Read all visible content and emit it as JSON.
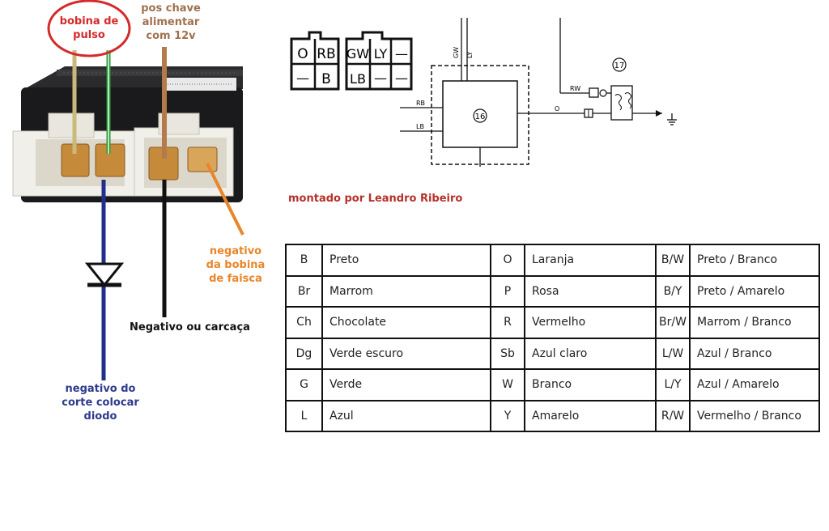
{
  "labels": {
    "pulse_coil": "bobina de pulso",
    "ignition_key": "pos chave alimentar com 12v",
    "spark_coil_negative": "negativo da bobina de faisca",
    "ground": "Negativo ou carcaça",
    "cutoff_negative": "negativo do corte colocar diodo",
    "credit": "montado por Leandro Ribeiro"
  },
  "connector_left": {
    "top_row": [
      "O",
      "RB",
      ""
    ],
    "bottom_row": [
      "—",
      "B"
    ]
  },
  "connector_right": {
    "top_row": [
      "GW",
      "LY",
      "—"
    ],
    "bottom_row": [
      "LB",
      "—",
      "—"
    ]
  },
  "schematic": {
    "unit_16": "16",
    "unit_17": "17",
    "wire_gw": "GW",
    "wire_ly": "LY",
    "wire_rb": "RB",
    "wire_lb": "LB",
    "wire_o": "O",
    "wire_rw": "RW"
  },
  "colors": {
    "pulse_circle": "#d42a2a",
    "ignition_text": "#a0714e",
    "spark_text": "#e8862a",
    "cutoff_text": "#2e3a8c",
    "credit_text": "#b5322c"
  },
  "color_codes": [
    [
      [
        "B",
        "Preto"
      ],
      [
        "O",
        "Laranja"
      ],
      [
        "B/W",
        "Preto / Branco"
      ]
    ],
    [
      [
        "Br",
        "Marrom"
      ],
      [
        "P",
        "Rosa"
      ],
      [
        "B/Y",
        "Preto /  Amarelo"
      ]
    ],
    [
      [
        "Ch",
        "Chocolate"
      ],
      [
        "R",
        "Vermelho"
      ],
      [
        "Br/W",
        "Marrom / Branco"
      ]
    ],
    [
      [
        "Dg",
        "Verde escuro"
      ],
      [
        "Sb",
        "Azul claro"
      ],
      [
        "L/W",
        "Azul / Branco"
      ]
    ],
    [
      [
        "G",
        "Verde"
      ],
      [
        "W",
        "Branco"
      ],
      [
        "L/Y",
        "Azul / Amarelo"
      ]
    ],
    [
      [
        "L",
        "Azul"
      ],
      [
        "Y",
        "Amarelo"
      ],
      [
        "R/W",
        "Vermelho / Branco"
      ]
    ]
  ]
}
